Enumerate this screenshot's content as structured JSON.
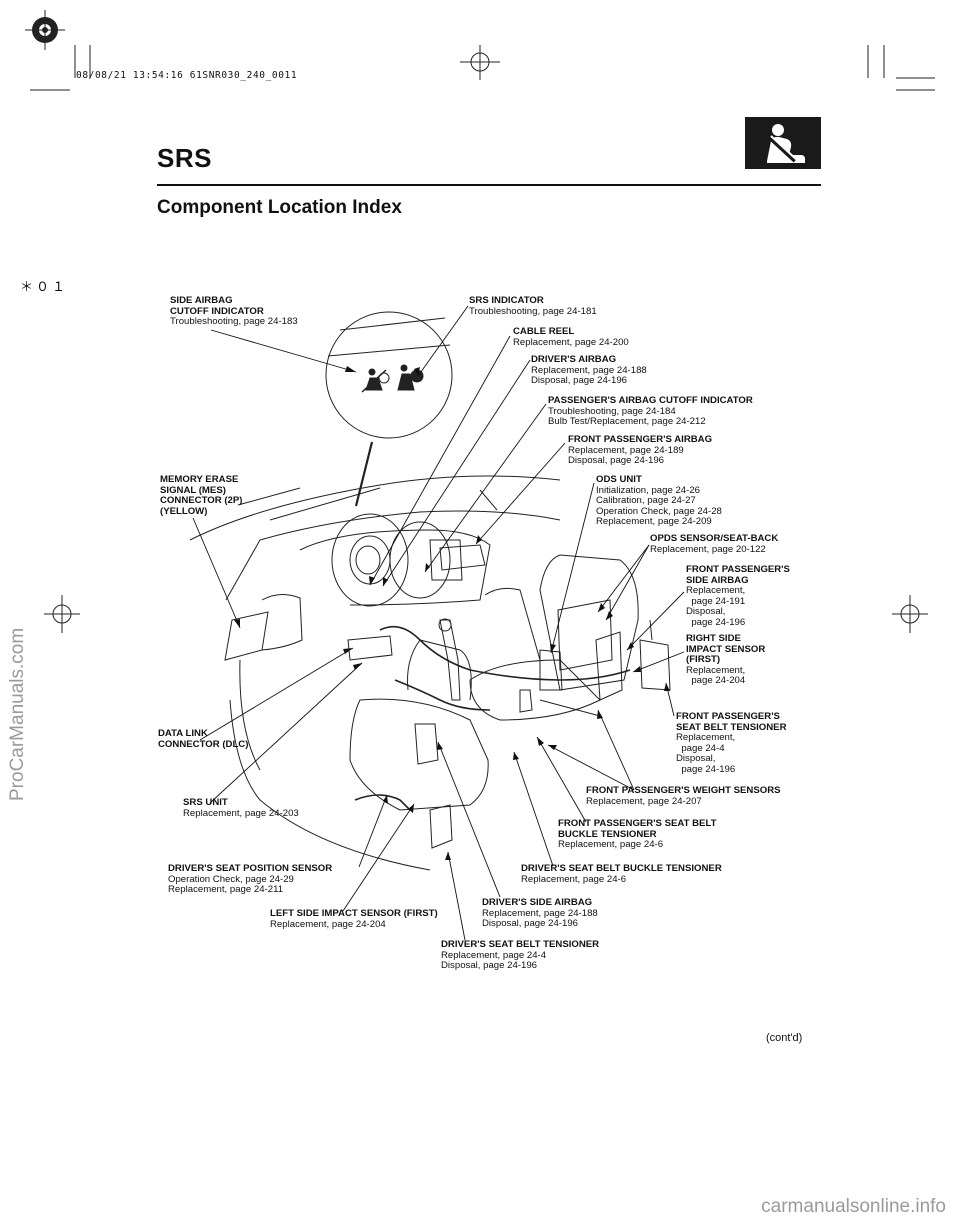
{
  "print_stamp": "08/08/21 13:54:16 61SNR030_240_0011",
  "section_title": "SRS",
  "page_heading": "Component Location Index",
  "margin_mark": "＊０１",
  "contd": "(cont'd)",
  "watermark_side": "ProCarManuals.com",
  "watermark_bottom": "carmanualsonline.info",
  "icons": {
    "seat_icon": "seatbelt-person-icon",
    "register_marks": "crosshair-register-icon"
  },
  "labels": {
    "side_airbag_cutoff_indicator": {
      "title": "SIDE AIRBAG\nCUTOFF INDICATOR",
      "desc": "Troubleshooting, page 24-183"
    },
    "srs_indicator": {
      "title": "SRS INDICATOR",
      "desc": "Troubleshooting, page 24-181"
    },
    "cable_reel": {
      "title": "CABLE REEL",
      "desc": "Replacement, page 24-200"
    },
    "drivers_airbag": {
      "title": "DRIVER'S AIRBAG",
      "desc": "Replacement, page 24-188\nDisposal, page 24-196"
    },
    "passengers_airbag_cutoff_indicator": {
      "title": "PASSENGER'S AIRBAG CUTOFF INDICATOR",
      "desc": "Troubleshooting, page 24-184\nBulb Test/Replacement, page 24-212"
    },
    "front_passengers_airbag": {
      "title": "FRONT PASSENGER'S AIRBAG",
      "desc": "Replacement, page 24-189\nDisposal, page 24-196"
    },
    "memory_erase_signal": {
      "title": "MEMORY ERASE\nSIGNAL (MES)\nCONNECTOR (2P)\n(YELLOW)",
      "desc": ""
    },
    "ods_unit": {
      "title": "ODS UNIT",
      "desc": "Initialization, page 24-26\nCalibration, page 24-27\nOperation Check, page 24-28\nReplacement, page 24-209"
    },
    "opds_sensor": {
      "title": "OPDS SENSOR/SEAT-BACK",
      "desc": "Replacement, page 20-122"
    },
    "front_passengers_side_airbag": {
      "title": "FRONT PASSENGER'S\nSIDE AIRBAG",
      "desc": "Replacement,\n  page 24-191\nDisposal,\n  page 24-196"
    },
    "right_side_impact_sensor": {
      "title": "RIGHT SIDE\nIMPACT SENSOR\n(FIRST)",
      "desc": "Replacement,\n  page 24-204"
    },
    "front_passengers_seat_belt_tensioner": {
      "title": "FRONT PASSENGER'S\nSEAT BELT TENSIONER",
      "desc": "Replacement,\n  page 24-4\nDisposal,\n  page 24-196"
    },
    "data_link_connector": {
      "title": "DATA LINK\nCONNECTOR (DLC)",
      "desc": ""
    },
    "front_passengers_weight_sensors": {
      "title": "FRONT PASSENGER'S WEIGHT SENSORS",
      "desc": "Replacement, page 24-207"
    },
    "srs_unit": {
      "title": "SRS UNIT",
      "desc": "Replacement, page 24-203"
    },
    "front_passengers_seat_belt_buckle_tensioner": {
      "title": "FRONT PASSENGER'S SEAT BELT\nBUCKLE TENSIONER",
      "desc": "Replacement, page 24-6"
    },
    "drivers_seat_position_sensor": {
      "title": "DRIVER'S SEAT POSITION SENSOR",
      "desc": "Operation Check, page 24-29\nReplacement, page 24-211"
    },
    "drivers_seat_belt_buckle_tensioner": {
      "title": "DRIVER'S SEAT BELT BUCKLE TENSIONER",
      "desc": "Replacement, page 24-6"
    },
    "drivers_side_airbag": {
      "title": "DRIVER'S SIDE AIRBAG",
      "desc": "Replacement, page 24-188\nDisposal, page 24-196"
    },
    "left_side_impact_sensor": {
      "title": "LEFT SIDE IMPACT SENSOR (FIRST)",
      "desc": "Replacement, page 24-204"
    },
    "drivers_seat_belt_tensioner": {
      "title": "DRIVER'S SEAT BELT TENSIONER",
      "desc": "Replacement, page 24-4\nDisposal, page 24-196"
    }
  }
}
